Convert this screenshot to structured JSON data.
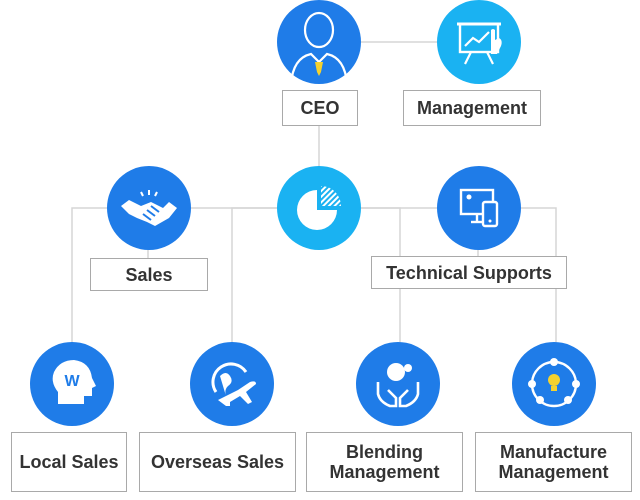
{
  "colors": {
    "primary_blue": "#1f7ce8",
    "light_blue": "#1ab2f2",
    "connector": "#d6d6d6",
    "box_border": "#a9a9a9",
    "text": "#333333"
  },
  "nodes": {
    "ceo": {
      "label": "CEO",
      "icon": "person-tie-icon"
    },
    "management": {
      "label": "Management",
      "icon": "presentation-board-icon"
    },
    "center": {
      "icon": "pie-chart-icon"
    },
    "sales": {
      "label": "Sales",
      "icon": "handshake-icon"
    },
    "technical_supports": {
      "label": "Technical Supports",
      "icon": "devices-icon"
    },
    "local_sales": {
      "label": "Local Sales",
      "icon": "head-w-icon"
    },
    "overseas_sales": {
      "label": "Overseas Sales",
      "icon": "globe-plane-icon"
    },
    "blending_management": {
      "label": "Blending Management",
      "icon": "hands-molecule-icon"
    },
    "manufacture_management": {
      "label": "Manufacture Management",
      "icon": "team-idea-icon"
    }
  }
}
